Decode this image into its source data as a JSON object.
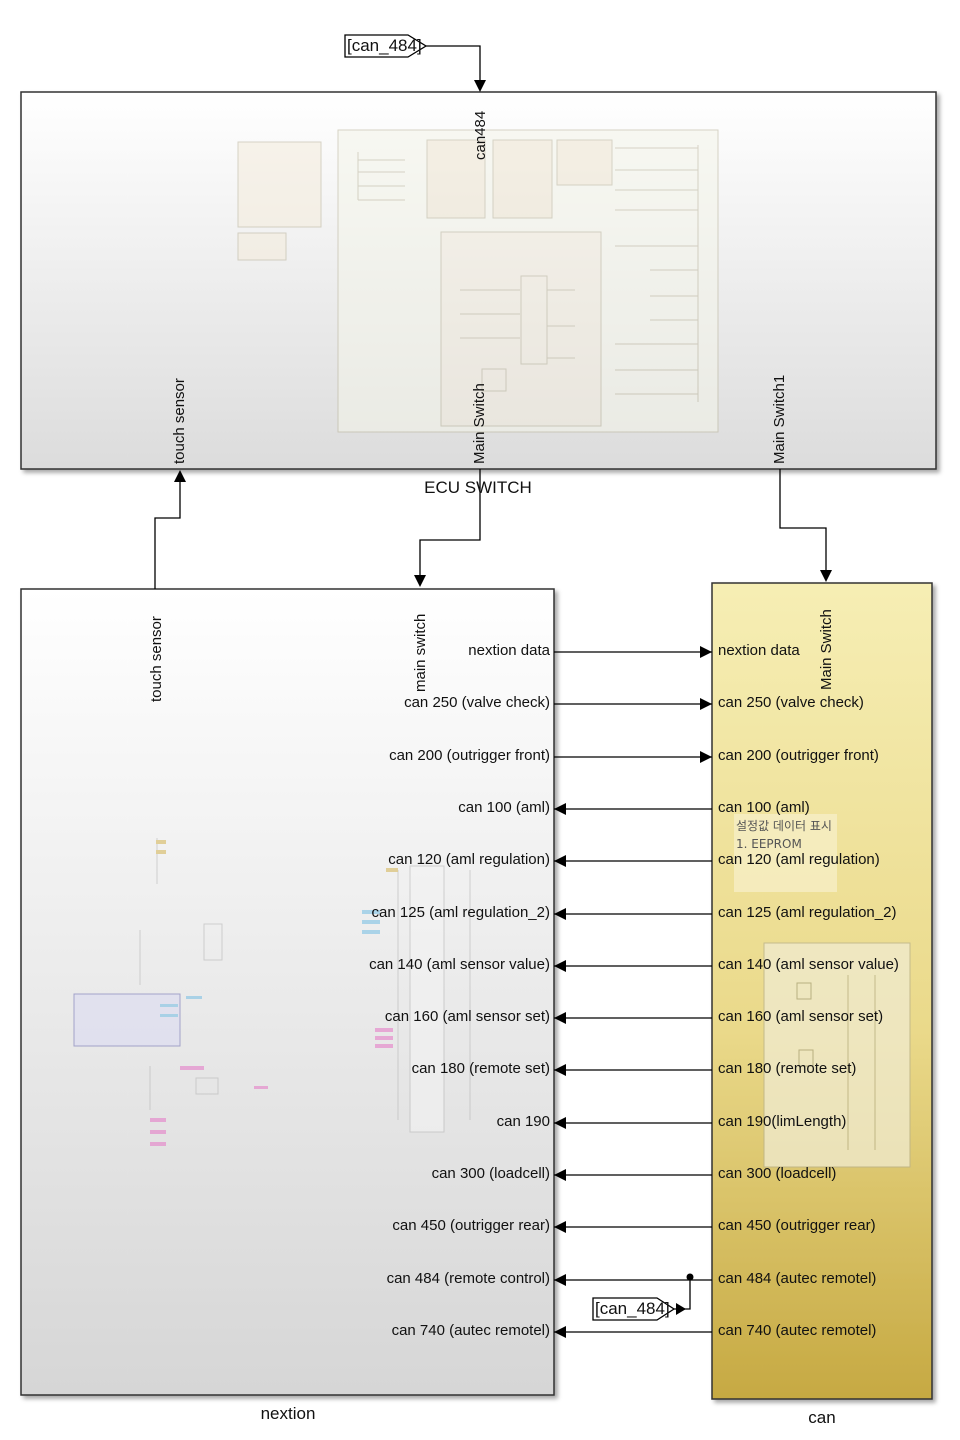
{
  "ecu_block": {
    "caption": "ECU SWITCH",
    "in_port_top": "can484",
    "out_ports": [
      "touch sensor",
      "Main Switch",
      "Main Switch1"
    ]
  },
  "nextion_block": {
    "caption": "nextion",
    "top_ports": [
      "touch sensor",
      "main switch"
    ],
    "ports": [
      "nextion data",
      "can 250 (valve check)",
      "can 200 (outrigger front)",
      "can 100 (aml)",
      "can 120 (aml regulation)",
      "can 125 (aml regulation_2)",
      "can 140 (aml sensor value)",
      "can 160 (aml sensor set)",
      "can 180 (remote set)",
      "can 190",
      "can 300 (loadcell)",
      "can 450 (outrigger rear)",
      "can 484 (remote control)",
      "can 740 (autec remotel)"
    ]
  },
  "can_block": {
    "caption": "can",
    "top_port": "Main Switch",
    "ports": [
      "nextion data",
      "can 250 (valve check)",
      "can 200 (outrigger front)",
      "can 100 (aml)",
      "can 120 (aml regulation)",
      "can 125 (aml regulation_2)",
      "can 140 (aml sensor value)",
      "can 160 (aml sensor set)",
      "can 180 (remote set)",
      "can 190(limLength)",
      "can 300 (loadcell)",
      "can 450 (outrigger rear)",
      "can 484 (autec remotel)",
      "can 740 (autec remotel)"
    ],
    "annotation": {
      "line1": "설정값 데이터 표시",
      "line2": "1. EEPROM"
    }
  },
  "goto_tags": {
    "top": "[can_484]",
    "bottom": "[can_484]"
  },
  "signal_directions": [
    "right",
    "right",
    "right",
    "left",
    "left",
    "left",
    "left",
    "left",
    "left",
    "left",
    "left",
    "left",
    "left",
    "left"
  ],
  "colors": {
    "ecu_fill_top": "#ffffff",
    "ecu_fill_bottom": "#dedede",
    "nextion_fill_top": "#ffffff",
    "nextion_fill_bottom": "#d9d9d9",
    "can_fill_top": "#f5ebac",
    "can_fill_bottom": "#c9ad45",
    "line": "#000000"
  }
}
